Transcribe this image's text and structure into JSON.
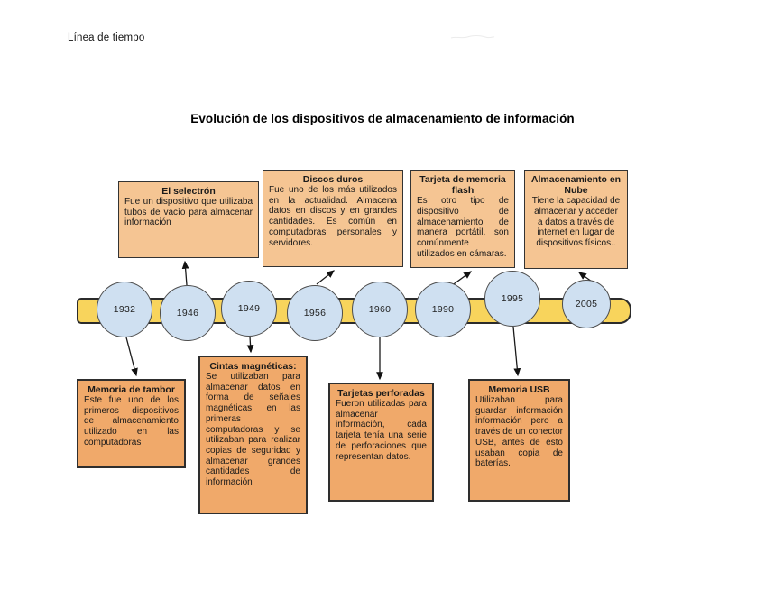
{
  "page": {
    "header": "Línea de tiempo",
    "title": "Evolución de los dispositivos de almacenamiento de información"
  },
  "timeline": {
    "years": [
      "1932",
      "1946",
      "1949",
      "1956",
      "1960",
      "1990",
      "1995",
      "2005"
    ]
  },
  "boxes": {
    "selectron": {
      "title": "El selectrón",
      "body": "Fue un dispositivo que utilizaba tubos de vacío para almacenar información"
    },
    "discos_duros": {
      "title": "Discos duros",
      "body": "Fue uno de los más utilizados en la actualidad. Almacena datos en discos y en grandes cantidades. Es común en computadoras personales y servidores."
    },
    "tarjeta_flash": {
      "title": "Tarjeta de memoria flash",
      "body": "Es otro tipo de dispositivo de almacenamiento de manera portátil, son comúnmente utilizados en cámaras."
    },
    "nube": {
      "title": "Almacenamiento en Nube",
      "body": "Tiene la capacidad de almacenar y acceder a datos a través de internet en lugar de dispositivos físicos.."
    },
    "tambor": {
      "title": "Memoria de tambor",
      "body": "Este fue uno de los primeros dispositivos de almacenamiento utilizado en las computadoras"
    },
    "cintas": {
      "title": "Cintas magnéticas:",
      "body": "Se utilizaban para almacenar datos en forma de señales magnéticas. en las primeras computadoras y se utilizaban para realizar copias de seguridad y almacenar grandes cantidades de información"
    },
    "perforadas": {
      "title": "Tarjetas perforadas",
      "body": "Fueron utilizadas para almacenar información, cada tarjeta tenía una serie de perforaciones que representan datos."
    },
    "usb": {
      "title": "Memoria USB",
      "body": "Utilizaban para guardar información información pero a través de un conector USB, antes de esto usaban copia de baterías."
    }
  },
  "colors": {
    "band_fill": "#F8D45C",
    "circle_fill": "#CFE0F1",
    "box_top_fill": "#F5C593",
    "box_bottom_fill": "#F0A96A",
    "line": "#1a1a1a"
  }
}
